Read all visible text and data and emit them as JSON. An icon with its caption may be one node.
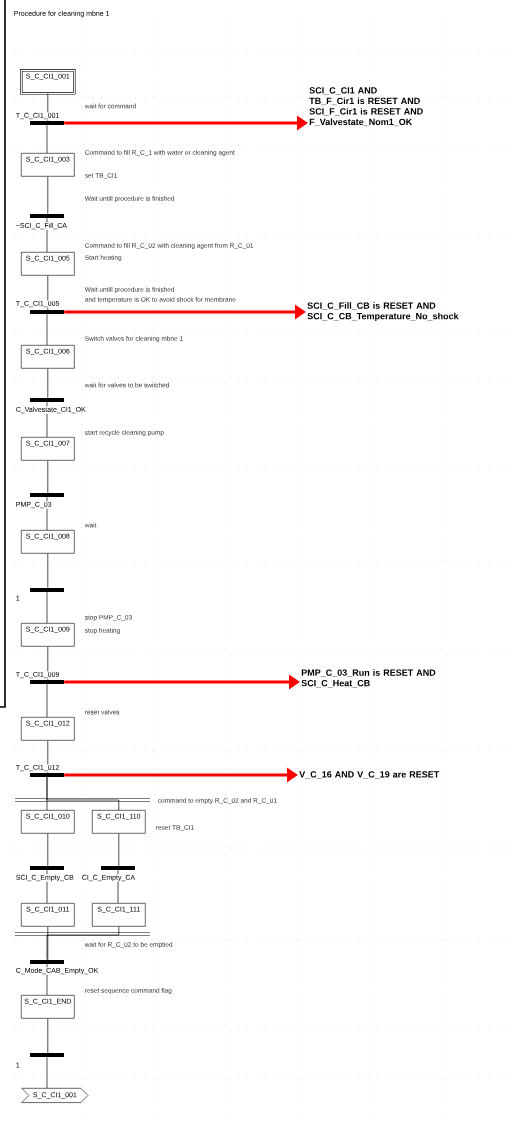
{
  "diagram": {
    "title": "Procedure for cleaning mbne 1",
    "nodes": [
      {
        "text": [
          "S_C_CI1_001"
        ]
      },
      {
        "text": [],
        "shape": "bar",
        "beside": [
          "T_C_CI1_001"
        ]
      },
      {
        "text": [
          "SCI_C_CI1 AND TB_F_Cir1 is RESET AND SCI_F_Cir1 is RESET AND F_Valvestate_Nom1_OK"
        ]
      },
      {
        "text": [
          "S_C_CI1_003"
        ]
      },
      {
        "text": [],
        "shape": "bar",
        "beside": [
          "~SCI_C_Fill_CA"
        ]
      },
      {
        "text": [
          "S_C_CI1_005"
        ]
      },
      {
        "text": [],
        "shape": "bar",
        "beside": [
          "T_C_CI1_005"
        ]
      },
      {
        "text": [
          "SCI_C_Fill_CB is RESET AND SCI_C_CB_Temperature_No_shock"
        ]
      },
      {
        "text": [
          "S_C_CI1_006"
        ]
      },
      {
        "text": [],
        "shape": "bar",
        "beside": [
          "C_Valvestate_CI1_OK"
        ]
      },
      {
        "text": [
          "S_C_CI1_007"
        ]
      },
      {
        "text": [],
        "shape": "bar",
        "beside": [
          "PMP_C_03"
        ]
      },
      {
        "text": [
          "S_C_CI1_008"
        ]
      },
      {
        "text": [],
        "shape": "bar",
        "beside": [
          "1"
        ]
      },
      {
        "text": [
          "S_C_CI1_009"
        ]
      },
      {
        "text": [],
        "shape": "bar",
        "beside": [
          "T_C_CI1_009"
        ]
      },
      {
        "text": [
          "PMP_C_03_Run is RESET AND SCI_C_Heat_CB"
        ]
      },
      {
        "text": [
          "S_C_CI1_012"
        ]
      },
      {
        "text": [],
        "shape": "bar",
        "beside": [
          "T_C_CI1_012"
        ]
      },
      {
        "text": [
          "V_C_16 AND V_C_19 are RESET"
        ]
      },
      {
        "text": [
          "S_C_CI1_010"
        ]
      },
      {
        "text": [
          "S_C_CI1_110"
        ]
      },
      {
        "text": [],
        "shape": "bar",
        "beside": [
          "SCI_C_Empty_CB"
        ]
      },
      {
        "text": [],
        "shape": "bar",
        "beside": [
          "CI_C_Empty_CA"
        ]
      },
      {
        "text": [
          "S_C_CI1_011"
        ]
      },
      {
        "text": [
          "S_C_CI1_111"
        ]
      },
      {
        "text": [],
        "shape": "bar",
        "beside": [
          "C_Mode_CAB_Empty_OK"
        ]
      },
      {
        "text": [
          "S_C_CI1_END"
        ]
      },
      {
        "text": [],
        "shape": "bar",
        "beside": [
          "1"
        ]
      },
      {
        "text": [
          "S_C_CI1_001"
        ]
      }
    ],
    "edges": [
      {
        "from": 0,
        "to": 1,
        "arrow": "none"
      },
      {
        "from": 1,
        "to": 2,
        "arrow": "to",
        "style": "thick",
        "color": "#ff0000"
      },
      {
        "from": 1,
        "to": 3,
        "arrow": "none"
      },
      {
        "from": 3,
        "to": 4,
        "arrow": "none"
      },
      {
        "from": 4,
        "to": 5,
        "arrow": "none"
      },
      {
        "from": 5,
        "to": 6,
        "arrow": "none"
      },
      {
        "from": 6,
        "to": 7,
        "arrow": "to",
        "style": "thick",
        "color": "#ff0000"
      },
      {
        "from": 6,
        "to": 8,
        "arrow": "none"
      },
      {
        "from": 8,
        "to": 9,
        "arrow": "none"
      },
      {
        "from": 9,
        "to": 10,
        "arrow": "none"
      },
      {
        "from": 10,
        "to": 11,
        "arrow": "none"
      },
      {
        "from": 11,
        "to": 12,
        "arrow": "none"
      },
      {
        "from": 12,
        "to": 13,
        "arrow": "none"
      },
      {
        "from": 13,
        "to": 14,
        "arrow": "none"
      },
      {
        "from": 14,
        "to": 15,
        "arrow": "none"
      },
      {
        "from": 15,
        "to": 16,
        "arrow": "to",
        "style": "thick",
        "color": "#ff0000"
      },
      {
        "from": 15,
        "to": 17,
        "arrow": "none"
      },
      {
        "from": 17,
        "to": 18,
        "arrow": "none"
      },
      {
        "from": 18,
        "to": 19,
        "arrow": "to",
        "style": "thick",
        "color": "#ff0000"
      },
      {
        "from": 18,
        "to": 20,
        "arrow": "none"
      },
      {
        "from": 18,
        "to": 21,
        "arrow": "none"
      },
      {
        "from": 20,
        "to": 22,
        "arrow": "none"
      },
      {
        "from": 21,
        "to": 23,
        "arrow": "none"
      },
      {
        "from": 22,
        "to": 24,
        "arrow": "none"
      },
      {
        "from": 23,
        "to": 25,
        "arrow": "none"
      },
      {
        "from": 24,
        "to": 26,
        "arrow": "none"
      },
      {
        "from": 25,
        "to": 26,
        "arrow": "none"
      },
      {
        "from": 26,
        "to": 27,
        "arrow": "none"
      },
      {
        "from": 27,
        "to": 28,
        "arrow": "none"
      },
      {
        "from": 28,
        "to": 29,
        "arrow": "none"
      }
    ],
    "labels": [
      "wait for command",
      "Command to fill R_C_1 with water or cleaning agent",
      "set TB_CI1",
      "Wait untill procedure is finished",
      "Command to fill R_C_02 with cleaning agent from R_C_01",
      "Start heating",
      "Wait untill procedure is finished",
      "and temperature is OK to avoid shock for membrane",
      "Switch valves for cleaning mbne 1",
      "wait for valves to be switched",
      "start recycle cleaning pump",
      "wait",
      "stop PMP_C_03",
      "stop heating",
      "reset valves",
      "command to empty R_C_02 and R_C_01",
      "reset TB_CI1",
      "wait for R_C_02 to be emptied",
      "reset sequence command flag"
    ]
  }
}
